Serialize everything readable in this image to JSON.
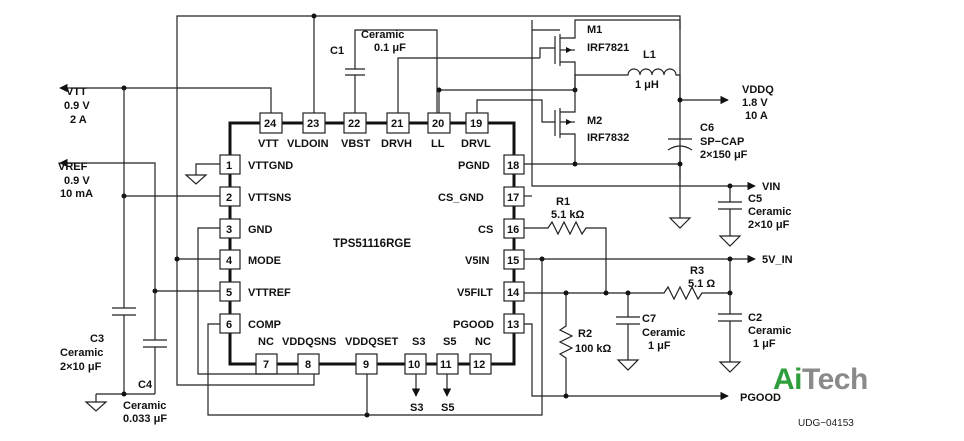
{
  "chip": {
    "name": "TPS51116RGE"
  },
  "pins": {
    "p24": {
      "num": "24",
      "label": "VTT"
    },
    "p23": {
      "num": "23",
      "label": "VLDOIN"
    },
    "p22": {
      "num": "22",
      "label": "VBST"
    },
    "p21": {
      "num": "21",
      "label": "DRVH"
    },
    "p20": {
      "num": "20",
      "label": "LL"
    },
    "p19": {
      "num": "19",
      "label": "DRVL"
    },
    "p1": {
      "num": "1",
      "label": "VTTGND"
    },
    "p2": {
      "num": "2",
      "label": "VTTSNS"
    },
    "p3": {
      "num": "3",
      "label": "GND"
    },
    "p4": {
      "num": "4",
      "label": "MODE"
    },
    "p5": {
      "num": "5",
      "label": "VTTREF"
    },
    "p6": {
      "num": "6",
      "label": "COMP"
    },
    "p18": {
      "num": "18",
      "label": "PGND"
    },
    "p17": {
      "num": "17",
      "label": "CS_GND"
    },
    "p16": {
      "num": "16",
      "label": "CS"
    },
    "p15": {
      "num": "15",
      "label": "V5IN"
    },
    "p14": {
      "num": "14",
      "label": "V5FILT"
    },
    "p13": {
      "num": "13",
      "label": "PGOOD"
    },
    "p7": {
      "num": "7",
      "label": "NC"
    },
    "p8": {
      "num": "8",
      "label": "VDDQSNS"
    },
    "p9": {
      "num": "9",
      "label": "VDDQSET"
    },
    "p10": {
      "num": "10",
      "label": "S3"
    },
    "p11": {
      "num": "11",
      "label": "S5"
    },
    "p12": {
      "num": "12",
      "label": "NC"
    }
  },
  "components": {
    "c1": {
      "ref": "C1",
      "type": "Ceramic",
      "value": "0.1 μF"
    },
    "m1": {
      "ref": "M1",
      "part": "IRF7821"
    },
    "m2": {
      "ref": "M2",
      "part": "IRF7832"
    },
    "l1": {
      "ref": "L1",
      "value": "1 μH"
    },
    "c6": {
      "ref": "C6",
      "type": "SP−CAP",
      "value": "2×150 μF"
    },
    "c5": {
      "ref": "C5",
      "type": "Ceramic",
      "value": "2×10 μF"
    },
    "r1": {
      "ref": "R1",
      "value": "5.1 kΩ"
    },
    "r3": {
      "ref": "R3",
      "value": "5.1 Ω"
    },
    "c7": {
      "ref": "C7",
      "type": "Ceramic",
      "value": "1 μF"
    },
    "c2": {
      "ref": "C2",
      "type": "Ceramic",
      "value": "1 μF"
    },
    "r2": {
      "ref": "R2",
      "value": "100 kΩ"
    },
    "c3": {
      "ref": "C3",
      "type": "Ceramic",
      "value": "2×10 μF"
    },
    "c4": {
      "ref": "C4",
      "type": "Ceramic",
      "value": "0.033 μF"
    }
  },
  "nets": {
    "vtt": {
      "name": "VTT",
      "voltage": "0.9 V",
      "current": "2 A"
    },
    "vref": {
      "name": "VREF",
      "voltage": "0.9 V",
      "current": "10 mA"
    },
    "vddq": {
      "name": "VDDQ",
      "voltage": "1.8 V",
      "current": "10 A"
    },
    "vin": {
      "name": "VIN"
    },
    "v5in": {
      "name": "5V_IN"
    },
    "pgood": {
      "name": "PGOOD"
    },
    "s3": {
      "name": "S3"
    },
    "s5": {
      "name": "S5"
    }
  },
  "logo": {
    "a": "Ai",
    "b": "Tech"
  },
  "figure_id": "UDG−04153"
}
